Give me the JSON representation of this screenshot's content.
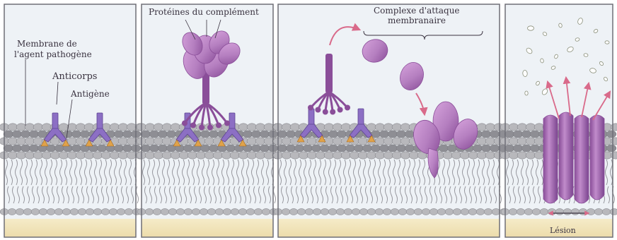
{
  "panels": [
    {
      "labels": {
        "membrane": [
          "Membrane de",
          "l'agent pathogène"
        ],
        "antibody": "Anticorps",
        "antigen": "Antigène"
      }
    },
    {
      "labels": {
        "complement": "Protéines du complément"
      }
    },
    {
      "labels": {
        "mac": [
          "Complexe d'attaque",
          "membranaire"
        ]
      }
    },
    {
      "labels": {
        "lesion": "Lésion"
      }
    }
  ],
  "colors": {
    "background": "#eef2f6",
    "panel_border": "#6e6e76",
    "membrane_head": "#b8b8bc",
    "membrane_dark": "#8e8e94",
    "tail": "#8f8f96",
    "cytoplasm": "#f2e6bd",
    "antibody": "#8c6fc4",
    "antigen": "#e0a24a",
    "complement": "#b57fc0",
    "complement_dark": "#8a4e99",
    "arrow": "#d96a8a",
    "text": "#3a3340"
  }
}
